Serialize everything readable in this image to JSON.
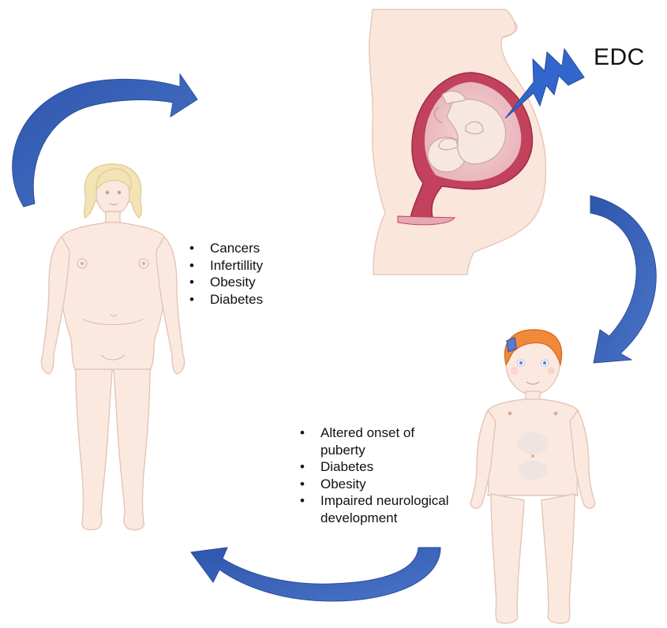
{
  "edc_label": "EDC",
  "adult_effects": [
    "Cancers",
    "Infertillity",
    "Obesity",
    "Diabetes"
  ],
  "child_effects": [
    "Altered onset of puberty",
    "Diabetes",
    "Obesity",
    "Impaired neurological development"
  ],
  "colors": {
    "arrow_blue": "#3b63b5",
    "skin": "#fbe9e0",
    "skin_outline": "#e6c8bb",
    "uterus": "#c2415c",
    "adult_hair": "#f3e3b5",
    "child_hair": "#f08a3a"
  }
}
